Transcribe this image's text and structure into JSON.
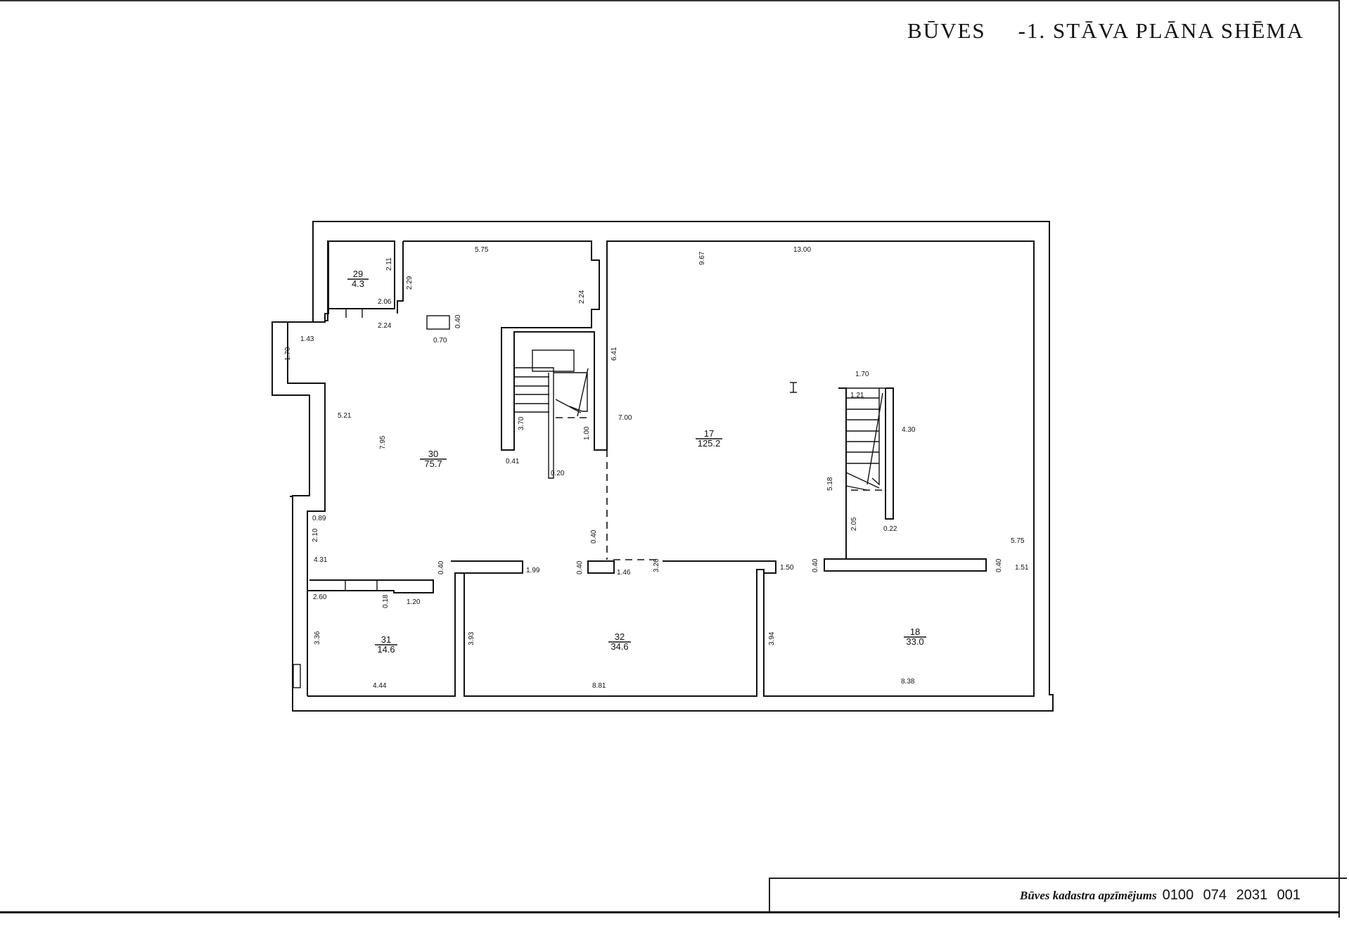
{
  "header": {
    "title_part1": "BŪVES",
    "title_part2": "-1. STĀVA  PLĀNA  SHĒMA"
  },
  "footer": {
    "cadastre_label": "Būves kadastra apzīmējums",
    "cadastre_number": "0100 074 2031 001"
  },
  "rooms": [
    {
      "number": "29",
      "area": "4.3"
    },
    {
      "number": "30",
      "area": "75.7"
    },
    {
      "number": "17",
      "area": "125.2"
    },
    {
      "number": "31",
      "area": "14.6"
    },
    {
      "number": "32",
      "area": "34.6"
    },
    {
      "number": "18",
      "area": "33.0"
    }
  ],
  "dimensions": [
    "2.11",
    "2.06",
    "2.29",
    "5.75",
    "2.24",
    "2.24",
    "0.40",
    "0.70",
    "1.43",
    "1.70",
    "5.21",
    "7.95",
    "3.70",
    "0.41",
    "0.20",
    "1.00",
    "6.41",
    "7.00",
    "9.67",
    "13.00",
    "1.70",
    "1.21",
    "4.30",
    "5.18",
    "2.05",
    "0.22",
    "5.75",
    "0.89",
    "2.10",
    "4.31",
    "0.40",
    "1.99",
    "0.40",
    "1.46",
    "0.40",
    "3.26",
    "1.50",
    "0.40",
    "0.40",
    "1.51",
    "2.60",
    "0.18",
    "1.20",
    "3.36",
    "3.93",
    "3.94",
    "4.44",
    "8.81",
    "8.38"
  ],
  "stair_mark": "I"
}
